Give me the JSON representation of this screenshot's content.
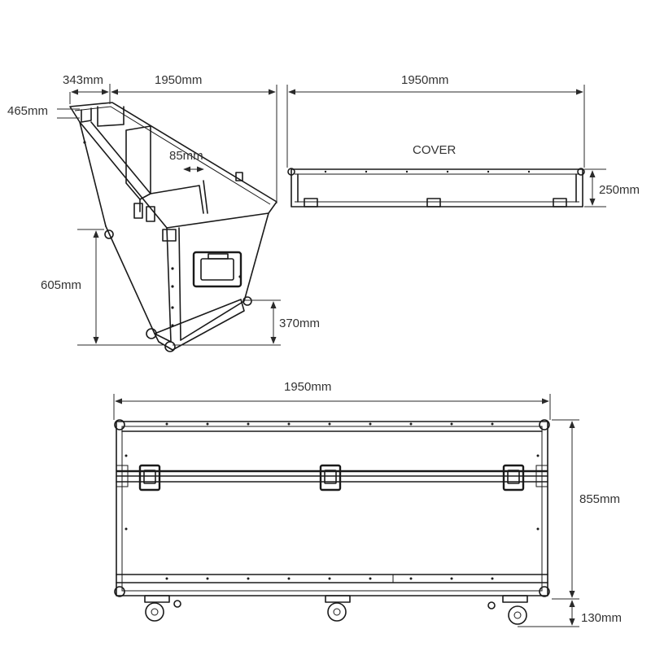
{
  "diagram": {
    "labels": {
      "top_view_left_width": "343mm",
      "top_view_length": "1950mm",
      "top_view_height_small": "465mm",
      "divider_width": "85mm",
      "side_height": "605mm",
      "wheel_section_height": "370mm",
      "cover_length": "1950mm",
      "cover_title": "COVER",
      "cover_height": "250mm",
      "front_length": "1950mm",
      "front_height": "855mm",
      "caster_height": "130mm"
    },
    "colors": {
      "line": "#1a1a1a",
      "text": "#333333",
      "background": "#ffffff"
    }
  }
}
